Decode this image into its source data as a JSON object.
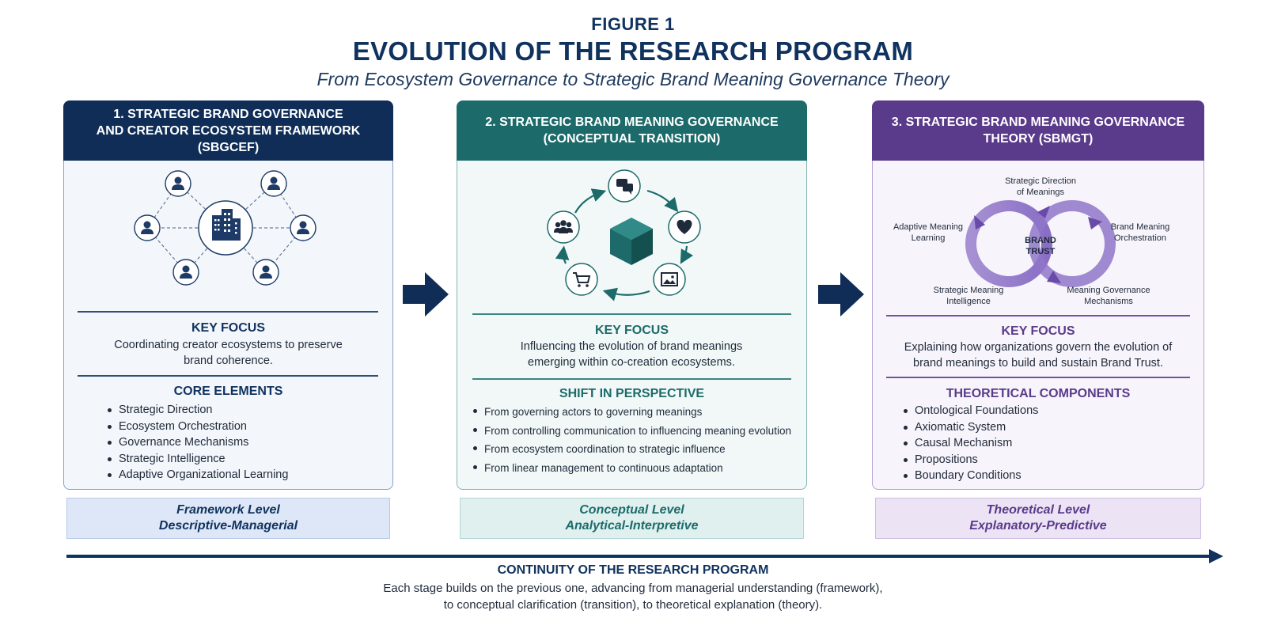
{
  "header": {
    "figure_label": "FIGURE 1",
    "title": "EVOLUTION OF THE RESEARCH PROGRAM",
    "subtitle": "From Ecosystem Governance to Strategic Brand Meaning Governance Theory"
  },
  "columns": [
    {
      "header": "1. STRATEGIC BRAND GOVERNANCE\nAND CREATOR ECOSYSTEM FRAMEWORK\n(SBGCEF)",
      "focus_title": "KEY FOCUS",
      "focus_text": "Coordinating creator ecosystems to preserve brand coherence.",
      "list_title": "CORE ELEMENTS",
      "items": [
        "Strategic Direction",
        "Ecosystem Orchestration",
        "Governance Mechanisms",
        "Strategic Intelligence",
        "Adaptive Organizational Learning"
      ],
      "level_line1": "Framework Level",
      "level_line2": "Descriptive-Managerial",
      "color": "#0f2d57"
    },
    {
      "header": "2. STRATEGIC BRAND MEANING GOVERNANCE\n(CONCEPTUAL TRANSITION)",
      "focus_title": "KEY FOCUS",
      "focus_text": "Influencing the evolution of brand meanings emerging within co-creation ecosystems.",
      "list_title": "SHIFT IN PERSPECTIVE",
      "items": [
        "From governing actors to governing meanings",
        "From controlling communication to influencing meaning evolution",
        "From ecosystem coordination to strategic influence",
        "From linear management to continuous adaptation"
      ],
      "level_line1": "Conceptual Level",
      "level_line2": "Analytical-Interpretive",
      "color": "#1c6b6a"
    },
    {
      "header": "3. STRATEGIC BRAND MEANING GOVERNANCE\nTHEORY (SBMGT)",
      "focus_title": "KEY FOCUS",
      "focus_text": "Explaining how organizations govern the evolution of brand meanings to build and sustain Brand Trust.",
      "list_title": "THEORETICAL COMPONENTS",
      "items": [
        "Ontological Foundations",
        "Axiomatic System",
        "Causal Mechanism",
        "Propositions",
        "Boundary Conditions"
      ],
      "level_line1": "Theoretical Level",
      "level_line2": "Explanatory-Predictive",
      "color": "#5a3a8a"
    }
  ],
  "theory_diagram": {
    "center": "BRAND\nTRUST",
    "top": "Strategic Direction\nof Meanings",
    "left": "Adaptive Meaning\nLearning",
    "right": "Brand Meaning\nOrchestration",
    "bottom_left": "Strategic Meaning\nIntelligence",
    "bottom_right": "Meaning Governance\nMechanisms"
  },
  "footer": {
    "title": "CONTINUITY OF THE RESEARCH PROGRAM",
    "line1": "Each stage builds on the previous one, advancing from managerial understanding (framework),",
    "line2": "to conceptual clarification (transition), to theoretical explanation (theory)."
  },
  "icons": {
    "column1": [
      "person-icon",
      "building-icon"
    ],
    "column2": [
      "chat-icon",
      "heart-icon",
      "image-icon",
      "cart-icon",
      "group-icon",
      "cube-icon"
    ],
    "column3": [
      "infinity-loop-icon"
    ]
  }
}
